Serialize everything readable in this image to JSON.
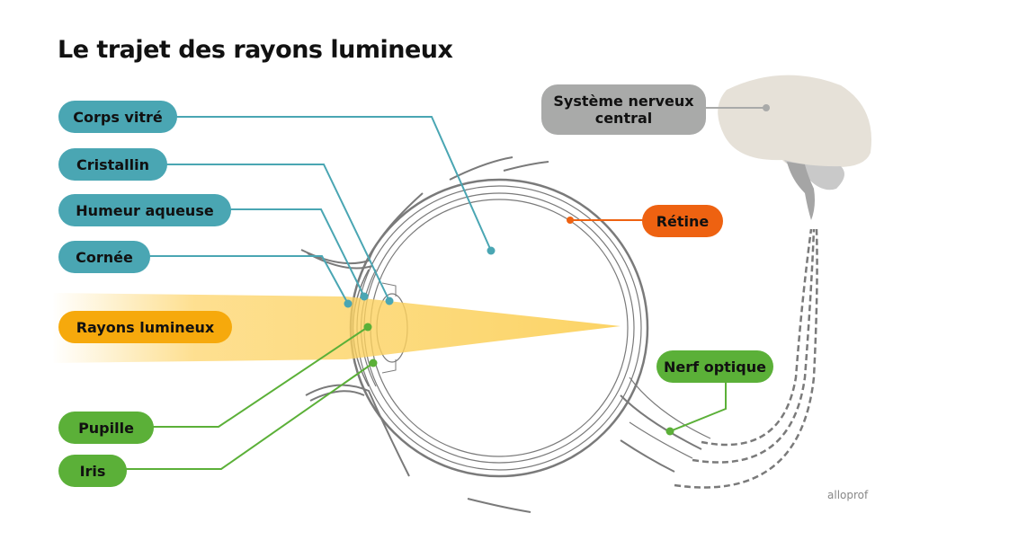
{
  "title": "Le trajet des rayons lumineux",
  "labels": {
    "corps_vitre": "Corps vitré",
    "cristallin": "Cristallin",
    "humeur_aqueuse": "Humeur aqueuse",
    "cornee": "Cornée",
    "rayons_lumineux": "Rayons lumineux",
    "pupille": "Pupille",
    "iris": "Iris",
    "retine": "Rétine",
    "nerf_optique": "Nerf optique",
    "systeme_nerveux_central": "Système nerveux central"
  },
  "colors": {
    "eye_structure_labels": "#4aa6b3",
    "pupil_iris_nerve_labels": "#5bb038",
    "retina_label": "#ee6211",
    "light_rays_label": "#f6a90c",
    "cns_label": "#a9aaa9",
    "brain": "#e6e1d8",
    "outline": "#7a7a7a"
  },
  "watermark": "alloprof"
}
